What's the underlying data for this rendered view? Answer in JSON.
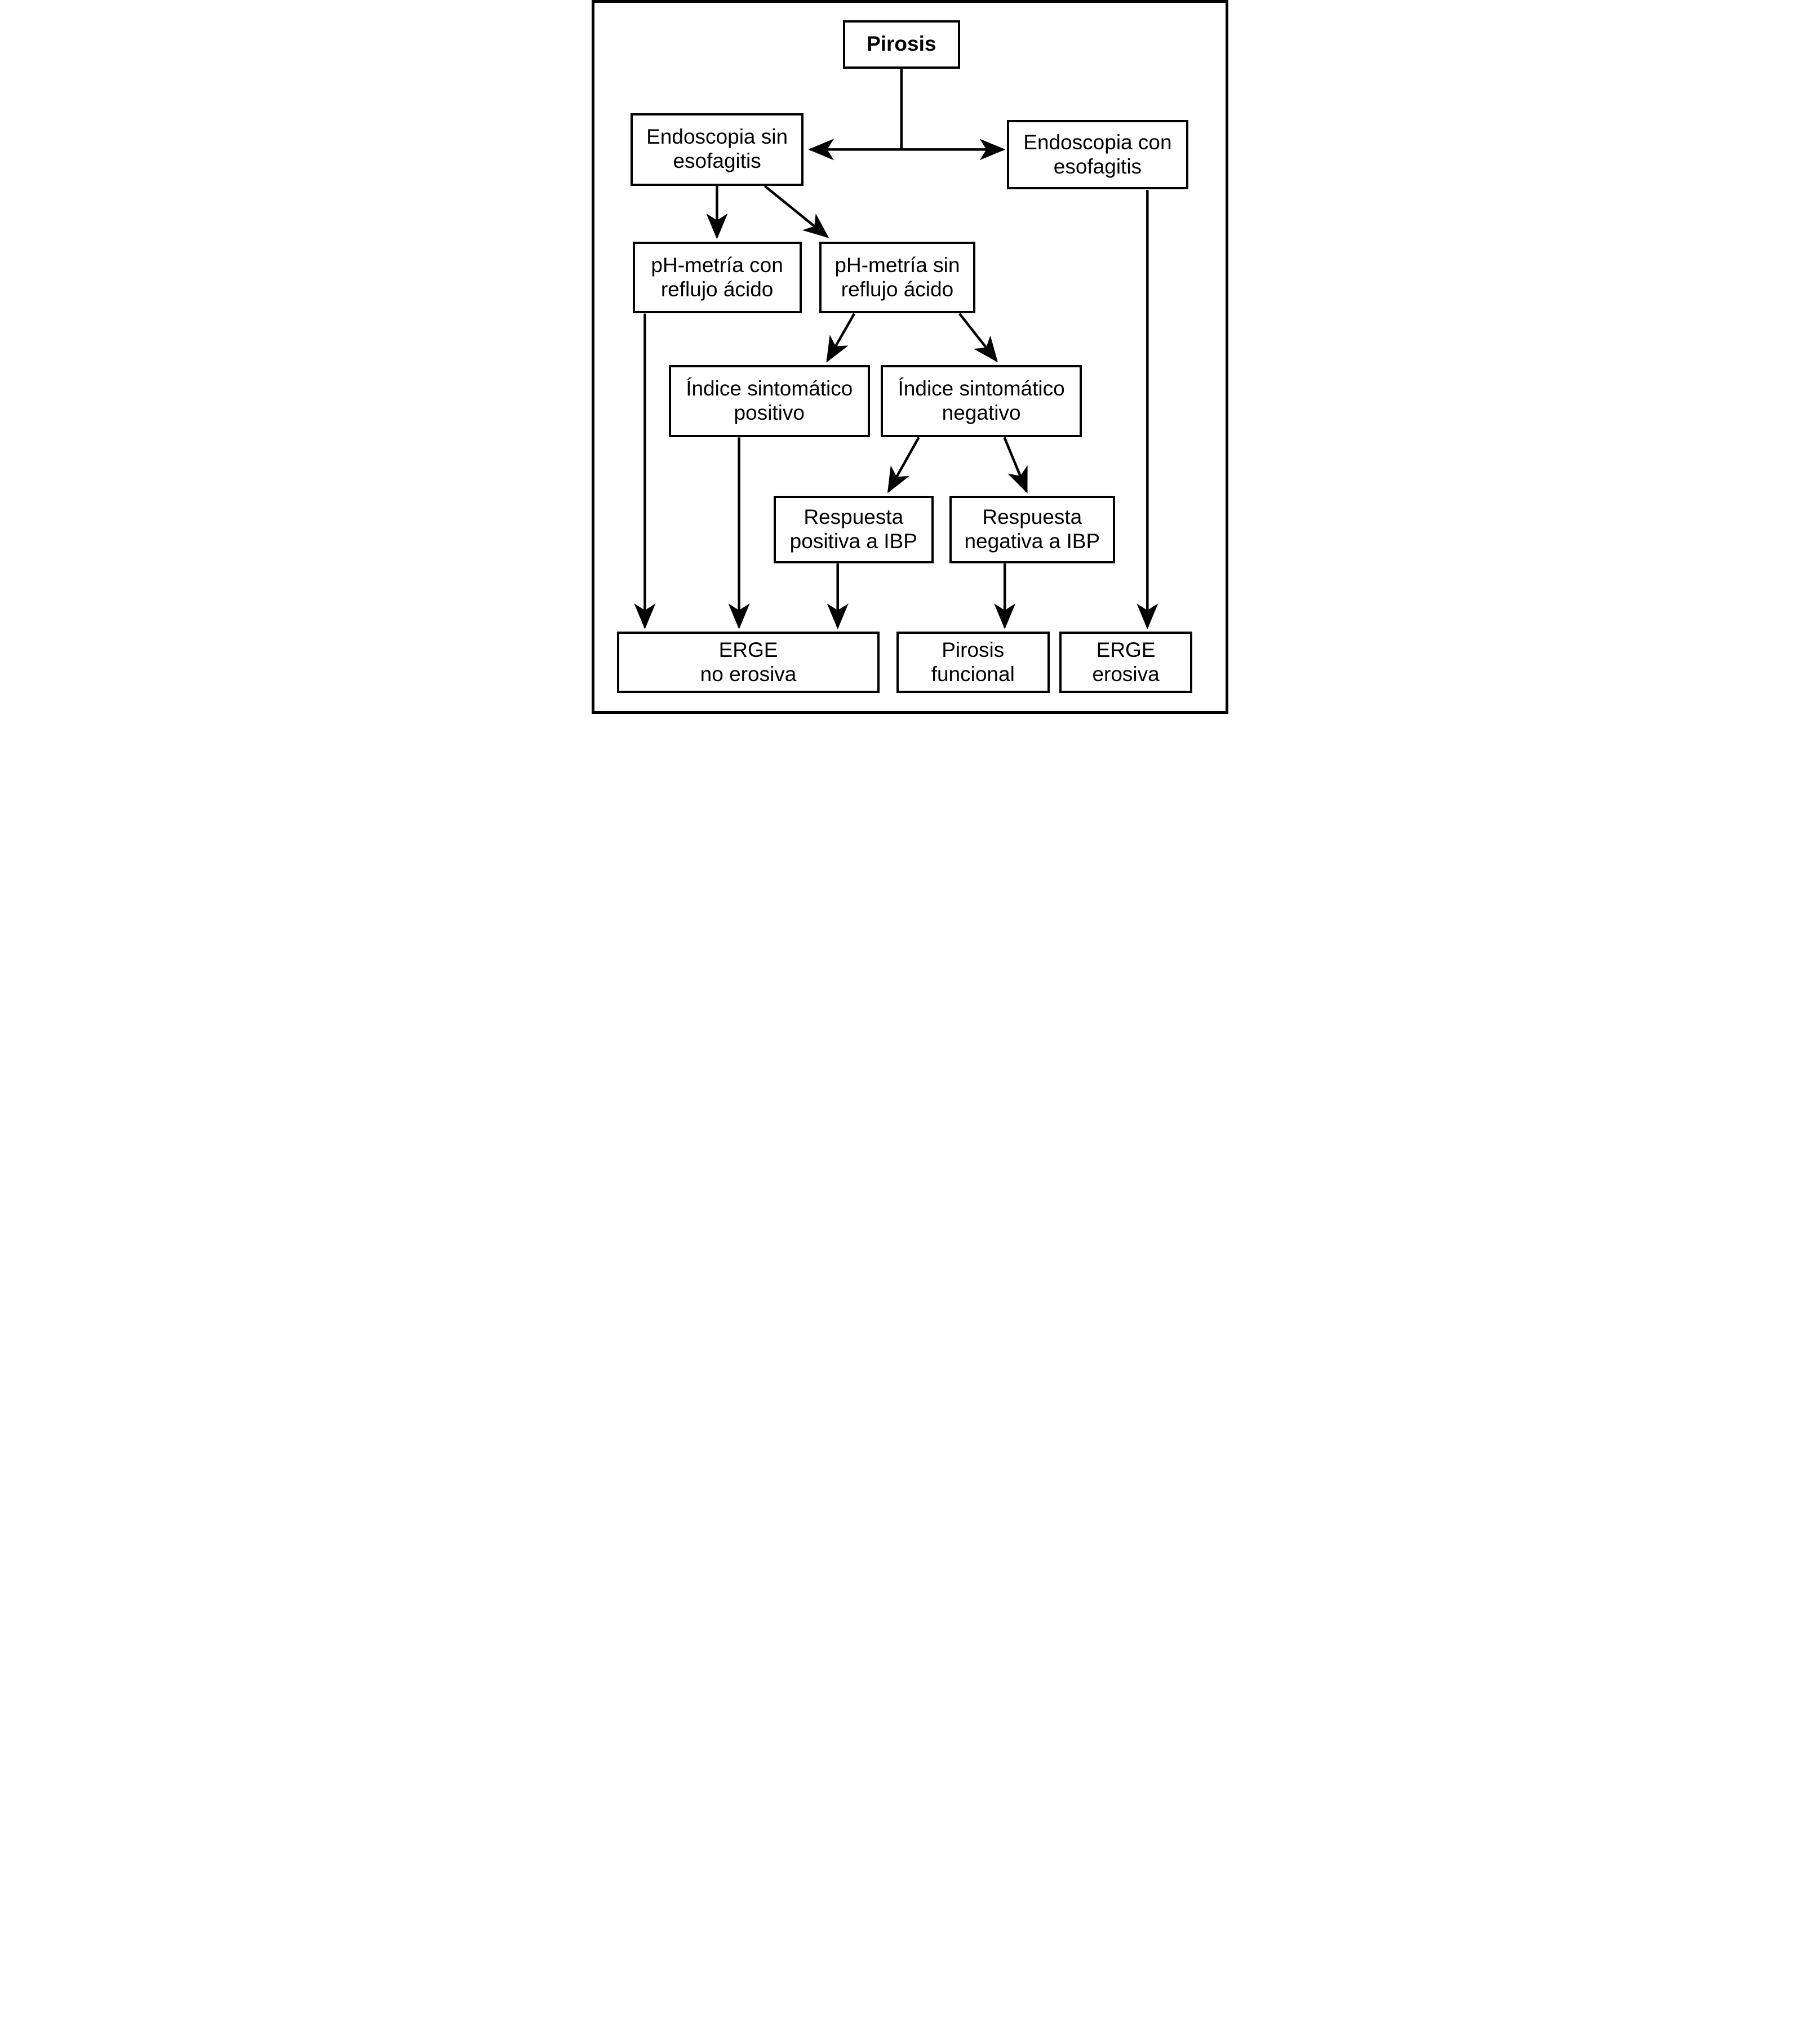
{
  "diagram": {
    "type": "flowchart",
    "language": "es",
    "colors": {
      "line": "#000000",
      "box_border": "#000000",
      "background": "#ffffff",
      "text": "#000000"
    },
    "nodes": {
      "pirosis": {
        "label": "Pirosis"
      },
      "endoscopia_sin": {
        "label": "Endoscopia sin\nesofagitis"
      },
      "endoscopia_con": {
        "label": "Endoscopia con\nesofagitis"
      },
      "ph_metria_con": {
        "label": "pH-metría con\nreflujo ácido"
      },
      "ph_metria_sin": {
        "label": "pH-metría sin\nreflujo ácido"
      },
      "indice_positivo": {
        "label": "Índice sintomático\npositivo"
      },
      "indice_negativo": {
        "label": "Índice sintomático\nnegativo"
      },
      "respuesta_positiva": {
        "label": "Respuesta\npositiva a IBP"
      },
      "respuesta_negativa": {
        "label": "Respuesta\nnegativa a IBP"
      },
      "erge_no_erosiva": {
        "label": "ERGE\nno erosiva"
      },
      "pirosis_funcional": {
        "label": "Pirosis\nfuncional"
      },
      "erge_erosiva": {
        "label": "ERGE\nerosiva"
      }
    },
    "edges": [
      {
        "from": "pirosis",
        "to": "endoscopia_sin",
        "style": "arrow"
      },
      {
        "from": "pirosis",
        "to": "endoscopia_con",
        "style": "arrow"
      },
      {
        "from": "endoscopia_sin",
        "to": "ph_metria_con",
        "style": "arrow"
      },
      {
        "from": "endoscopia_sin",
        "to": "ph_metria_sin",
        "style": "arrow"
      },
      {
        "from": "ph_metria_sin",
        "to": "indice_positivo",
        "style": "arrow"
      },
      {
        "from": "ph_metria_sin",
        "to": "indice_negativo",
        "style": "arrow"
      },
      {
        "from": "indice_negativo",
        "to": "respuesta_positiva",
        "style": "arrow"
      },
      {
        "from": "indice_negativo",
        "to": "respuesta_negativa",
        "style": "arrow"
      },
      {
        "from": "ph_metria_con",
        "to": "erge_no_erosiva",
        "style": "arrow"
      },
      {
        "from": "indice_positivo",
        "to": "erge_no_erosiva",
        "style": "arrow"
      },
      {
        "from": "respuesta_positiva",
        "to": "erge_no_erosiva",
        "style": "arrow"
      },
      {
        "from": "respuesta_negativa",
        "to": "pirosis_funcional",
        "style": "arrow"
      },
      {
        "from": "endoscopia_con",
        "to": "erge_erosiva",
        "style": "arrow"
      }
    ]
  }
}
